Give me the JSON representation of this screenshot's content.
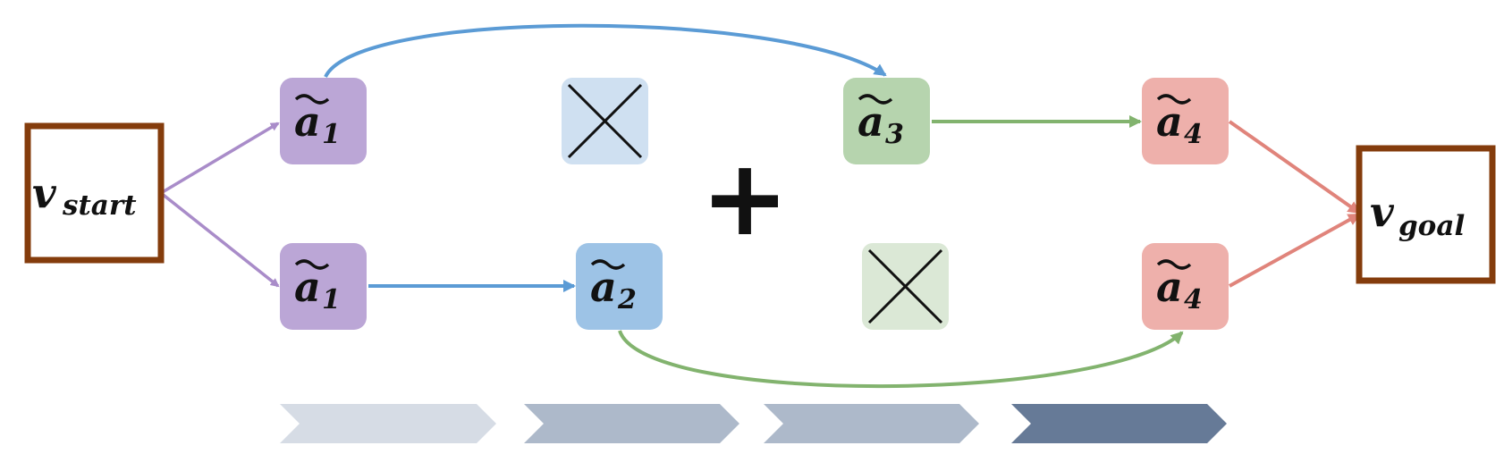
{
  "nodes": {
    "start": {
      "main": "v",
      "sub": "start"
    },
    "goal": {
      "main": "v",
      "sub": "goal"
    },
    "a1_top": {
      "main": "a",
      "sub": "1"
    },
    "a1_bottom": {
      "main": "a",
      "sub": "1"
    },
    "a2": {
      "main": "a",
      "sub": "2"
    },
    "a3": {
      "main": "a",
      "sub": "3"
    },
    "a4_top": {
      "main": "a",
      "sub": "4"
    },
    "a4_bottom": {
      "main": "a",
      "sub": "4"
    }
  },
  "operator": "+",
  "colors": {
    "purple_node": "#bba6d6",
    "blue_node": "#9dc3e6",
    "blue_node_light": "#cfe0f1",
    "green_node": "#b6d4ae",
    "green_node_light": "#dbe8d6",
    "red_node": "#eeb0ab",
    "frame_brown": "#843c0c",
    "purple_edge": "#a98cc9",
    "blue_edge": "#5b9bd5",
    "green_edge": "#82b36e",
    "red_edge": "#e0847b",
    "chevron_1": "#d6dce5",
    "chevron_2": "#adb9ca",
    "chevron_3": "#adb9ca",
    "chevron_4": "#667a97"
  }
}
